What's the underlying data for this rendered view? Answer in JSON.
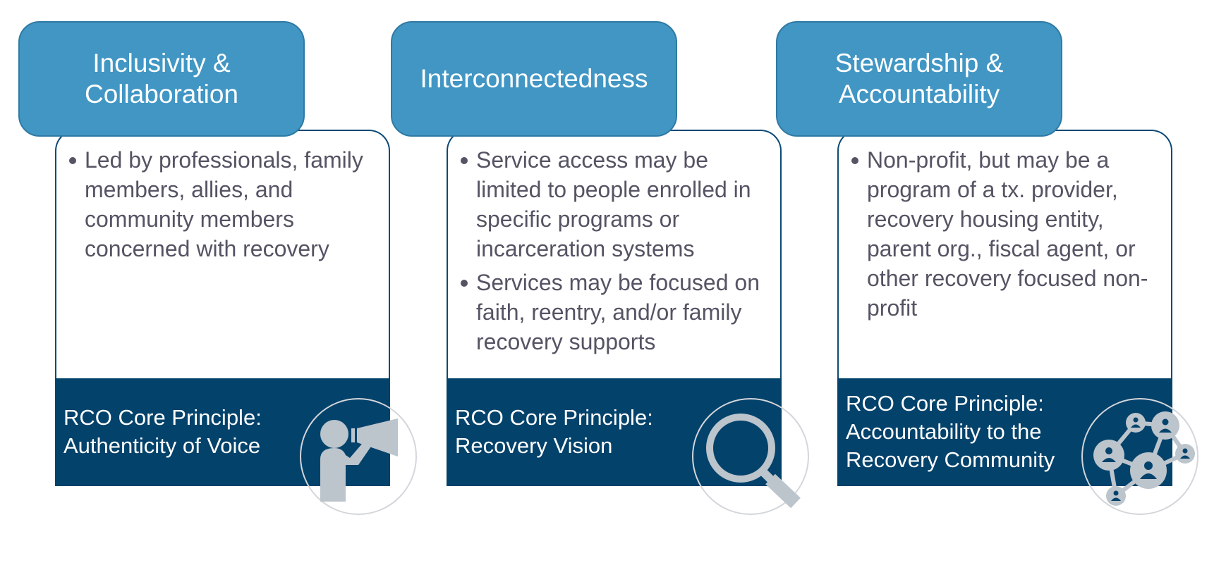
{
  "columns": [
    {
      "header": {
        "line1": "Inclusivity &",
        "line2": "Collaboration"
      },
      "bullets": [
        "Led by professionals, family members, allies, and community members concerned with recovery"
      ],
      "footer": {
        "line1": "RCO Core Principle:",
        "line2": "Authenticity of Voice"
      },
      "icon": "megaphone-person-icon"
    },
    {
      "header": {
        "line1": "Interconnectedness",
        "line2": ""
      },
      "bullets": [
        "Service access may be limited to people enrolled in specific programs or incarceration systems",
        "Services may be focused on faith, reentry, and/or family recovery supports"
      ],
      "footer": {
        "line1": "RCO Core Principle:",
        "line2": "Recovery Vision"
      },
      "icon": "magnifying-glass-icon"
    },
    {
      "header": {
        "line1": "Stewardship &",
        "line2": "Accountability"
      },
      "bullets": [
        "Non-profit, but may be a program of a tx. provider, recovery housing entity, parent org., fiscal agent, or other recovery focused non-profit"
      ],
      "footer": {
        "line1": "RCO Core Principle:",
        "line2": "Accountability to the",
        "line3": "Recovery Community"
      },
      "icon": "people-network-icon"
    }
  ],
  "colors": {
    "header_fill": "#4196c4",
    "footer_fill": "#03426b",
    "card_border": "#0d4a75",
    "body_text": "#545464",
    "icon_fill": "#bcc4cc"
  }
}
